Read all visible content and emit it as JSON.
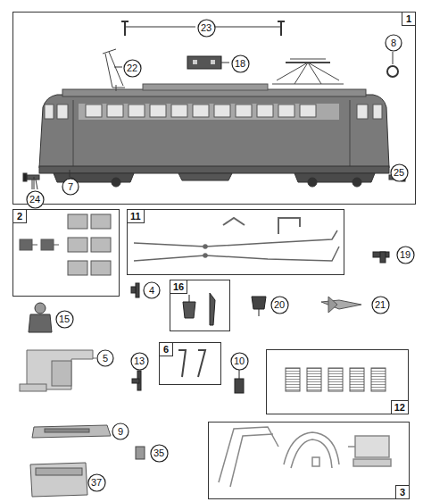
{
  "diagram": {
    "nodes": [
      {
        "text": [
          "1"
        ]
      },
      {
        "text": [
          "23"
        ],
        "in": 0
      },
      {
        "text": [
          "8"
        ],
        "in": 0
      },
      {
        "text": [
          "22"
        ],
        "in": 0
      },
      {
        "text": [
          "18"
        ],
        "in": 0
      },
      {
        "text": [
          "24"
        ],
        "in": 0
      },
      {
        "text": [
          "7"
        ],
        "in": 0
      },
      {
        "text": [
          "25"
        ],
        "in": 0
      },
      {
        "text": [
          "2"
        ]
      },
      {
        "text": [
          "11"
        ]
      },
      {
        "text": [
          "19"
        ]
      },
      {
        "text": [
          "4"
        ]
      },
      {
        "text": [
          "16"
        ]
      },
      {
        "text": [
          "20"
        ]
      },
      {
        "text": [
          "21"
        ]
      },
      {
        "text": [
          "15"
        ]
      },
      {
        "text": [
          "5"
        ]
      },
      {
        "text": [
          "13"
        ]
      },
      {
        "text": [
          "6"
        ]
      },
      {
        "text": [
          "10"
        ]
      },
      {
        "text": [
          "12"
        ]
      },
      {
        "text": [
          "9"
        ]
      },
      {
        "text": [
          "35"
        ]
      },
      {
        "text": [
          "37"
        ]
      },
      {
        "text": [
          "3"
        ]
      }
    ]
  }
}
